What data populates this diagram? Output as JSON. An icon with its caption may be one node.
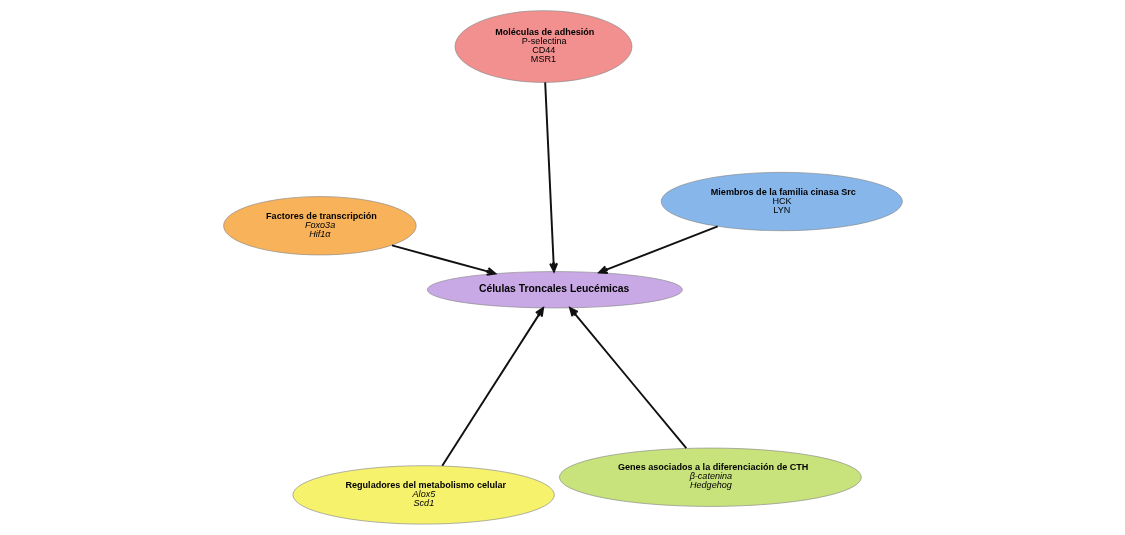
{
  "diagram": {
    "nodes": [
      {
        "text": [
          "Células Troncales Leucémicas"
        ]
      },
      {
        "text": [
          "Genes asociados a la diferenciación de CTH",
          "β-catenina",
          "Hedgehog"
        ]
      },
      {
        "text": [
          "Reguladores del metabolismo celular",
          "Alox5",
          "Scd1"
        ]
      },
      {
        "text": [
          "Factores de transcripción",
          "Foxo3a",
          "Hif1α"
        ]
      },
      {
        "text": [
          "Miembros de la familia cinasa Src",
          "HCK",
          "LYN"
        ]
      },
      {
        "text": [
          "Moléculas de adhesión",
          "P-selectina",
          "CD44",
          "MSR1"
        ]
      }
    ],
    "edges": [
      {
        "from": 1,
        "to": 0,
        "arrow": "to"
      },
      {
        "from": 2,
        "to": 0,
        "arrow": "to"
      },
      {
        "from": 3,
        "to": 0,
        "arrow": "to"
      },
      {
        "from": 4,
        "to": 0,
        "arrow": "to"
      },
      {
        "from": 5,
        "to": 0,
        "arrow": "to"
      }
    ]
  }
}
